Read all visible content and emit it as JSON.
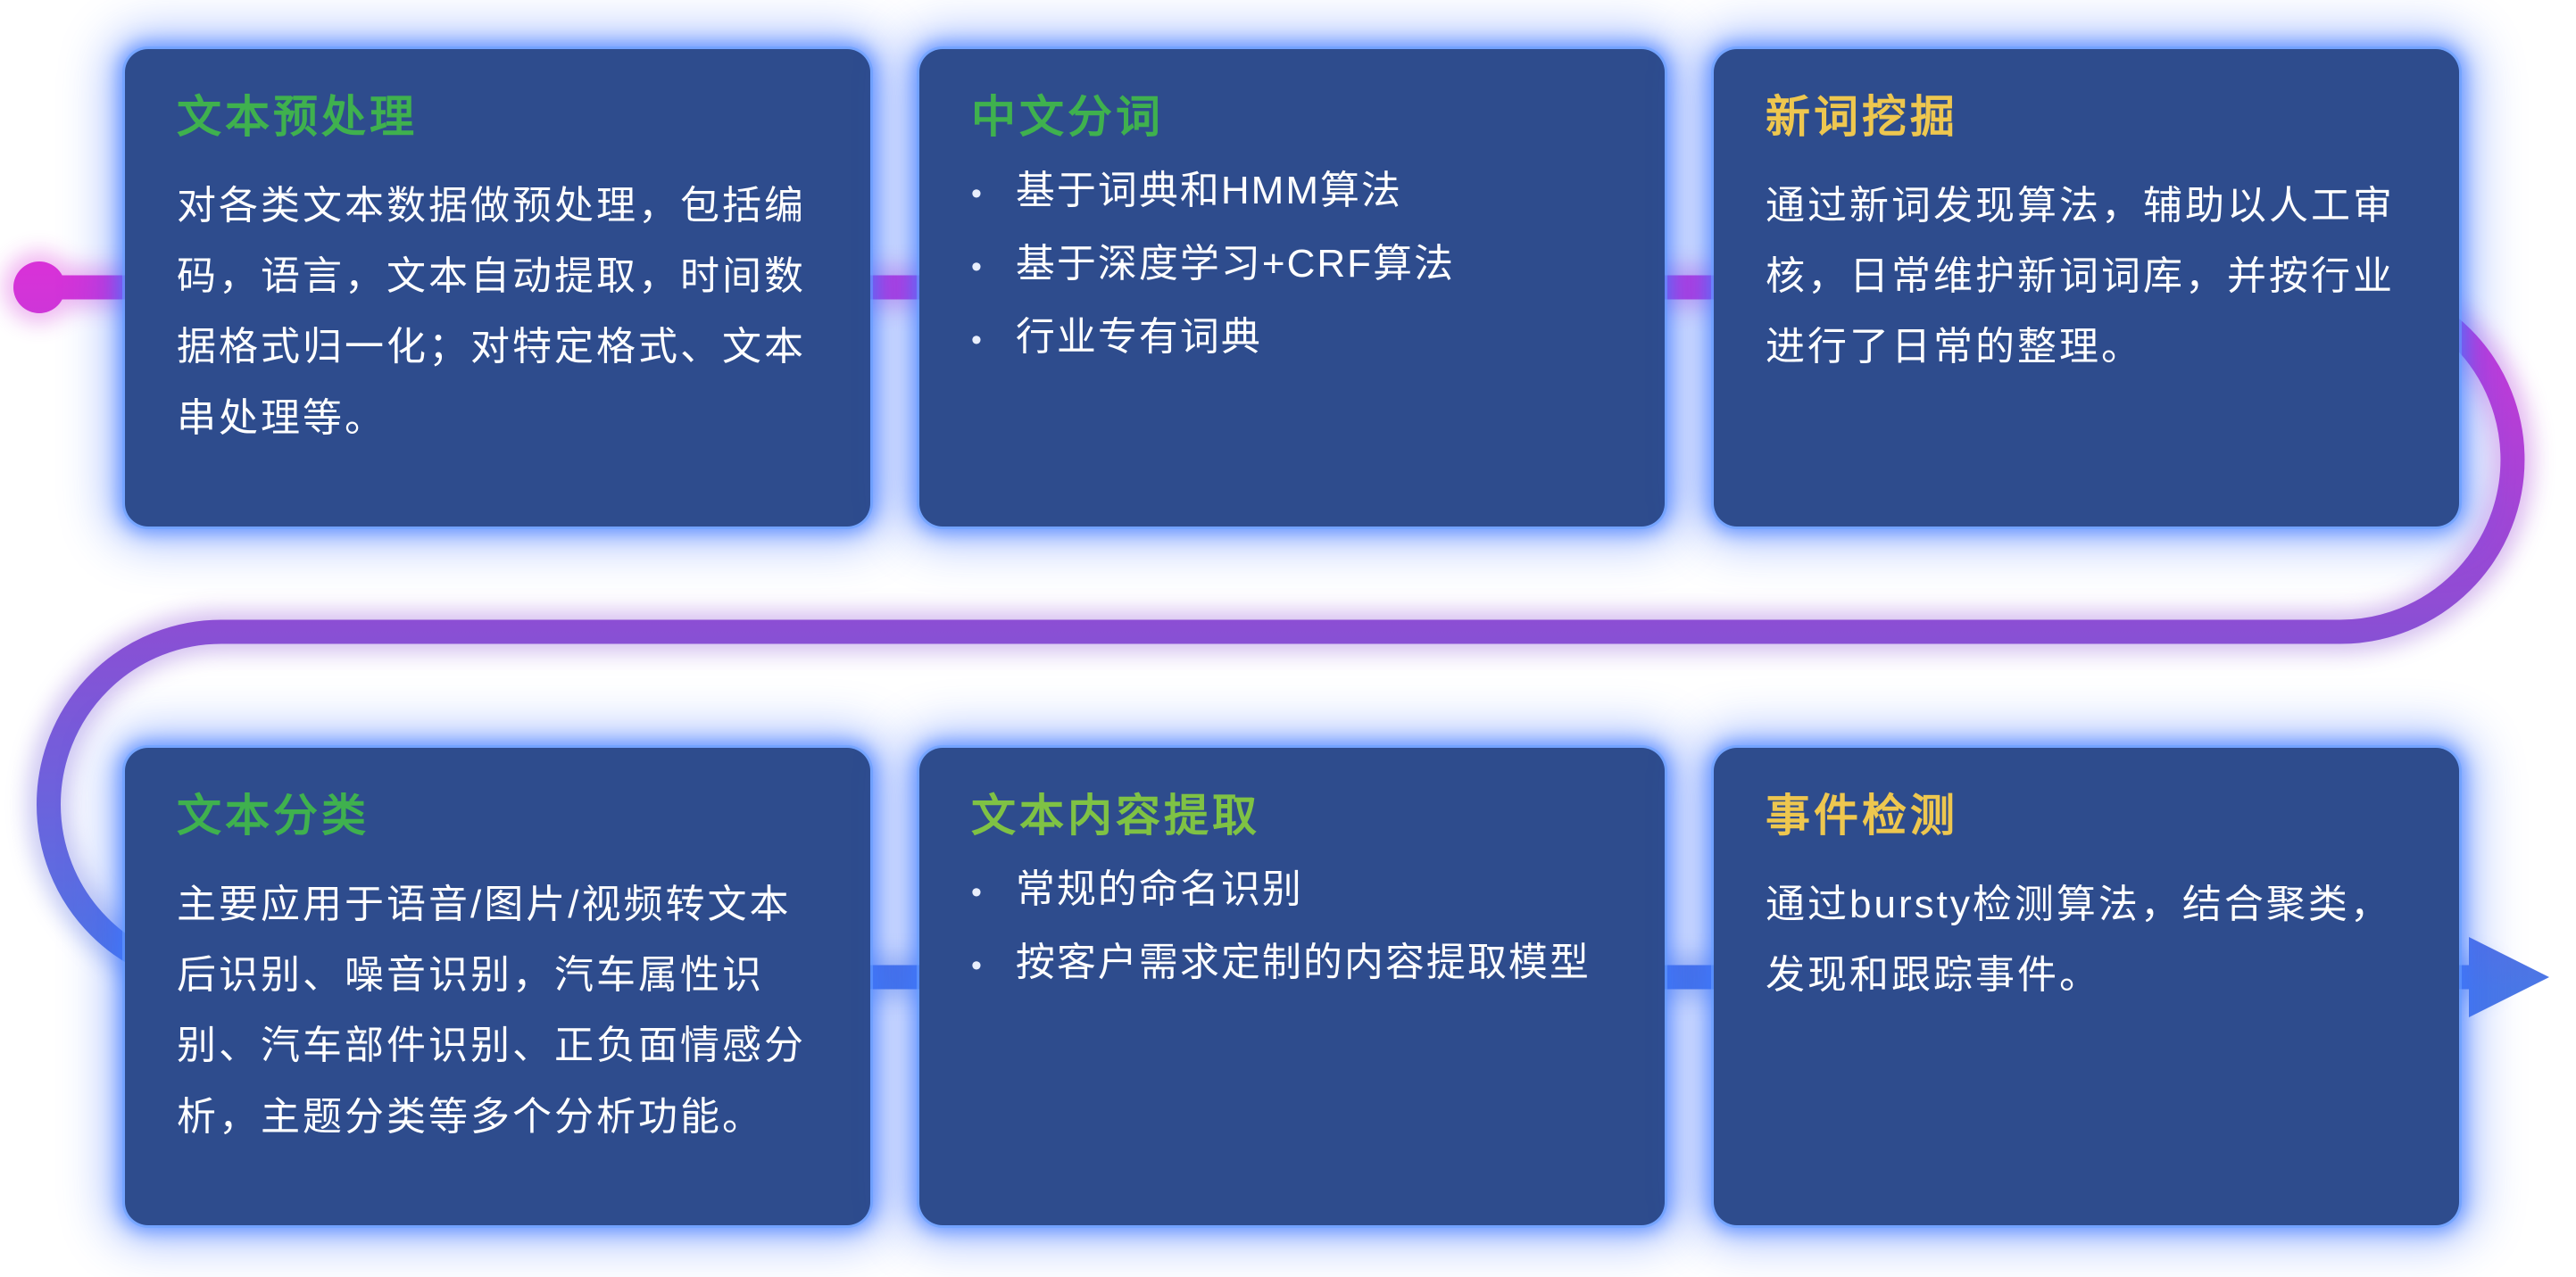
{
  "glyphs": {
    "bullet": "•"
  },
  "palette": {
    "card_bg": "#2e4c8d",
    "card_glow": "#3e7aff",
    "title_green": "#3fb14e",
    "title_lime": "#7fc244",
    "title_yellow": "#eec74f",
    "body_text": "#ffffff",
    "line_magenta": "#d832d8",
    "line_purple": "#8a4fd4",
    "line_blue": "#4a78e6"
  },
  "cards": [
    {
      "id": "text-preprocessing",
      "title": "文本预处理",
      "title_color": "green",
      "type": "paragraph",
      "body": "对各类文本数据做预处理，包括编码，语言，文本自动提取，时间数据格式归一化；对特定格式、文本串处理等。"
    },
    {
      "id": "chinese-word-segmentation",
      "title": "中文分词",
      "title_color": "green",
      "type": "bullets",
      "bullets": [
        "基于词典和HMM算法",
        "基于深度学习+CRF算法",
        "行业专有词典"
      ]
    },
    {
      "id": "new-word-mining",
      "title": "新词挖掘",
      "title_color": "yellow",
      "type": "paragraph",
      "body": "通过新词发现算法，辅助以人工审核，日常维护新词词库，并按行业进行了日常的整理。"
    },
    {
      "id": "text-classification",
      "title": "文本分类",
      "title_color": "green",
      "type": "paragraph",
      "body": "主要应用于语音/图片/视频转文本后识别、噪音识别，汽车属性识别、汽车部件识别、正负面情感分析，主题分类等多个分析功能。"
    },
    {
      "id": "text-content-extraction",
      "title": "文本内容提取",
      "title_color": "lime",
      "type": "bullets",
      "bullets": [
        "常规的命名识别",
        "按客户需求定制的内容提取模型"
      ]
    },
    {
      "id": "event-detection",
      "title": "事件检测",
      "title_color": "yellow",
      "type": "paragraph",
      "body": "通过bursty检测算法，结合聚类，发现和跟踪事件。"
    }
  ]
}
